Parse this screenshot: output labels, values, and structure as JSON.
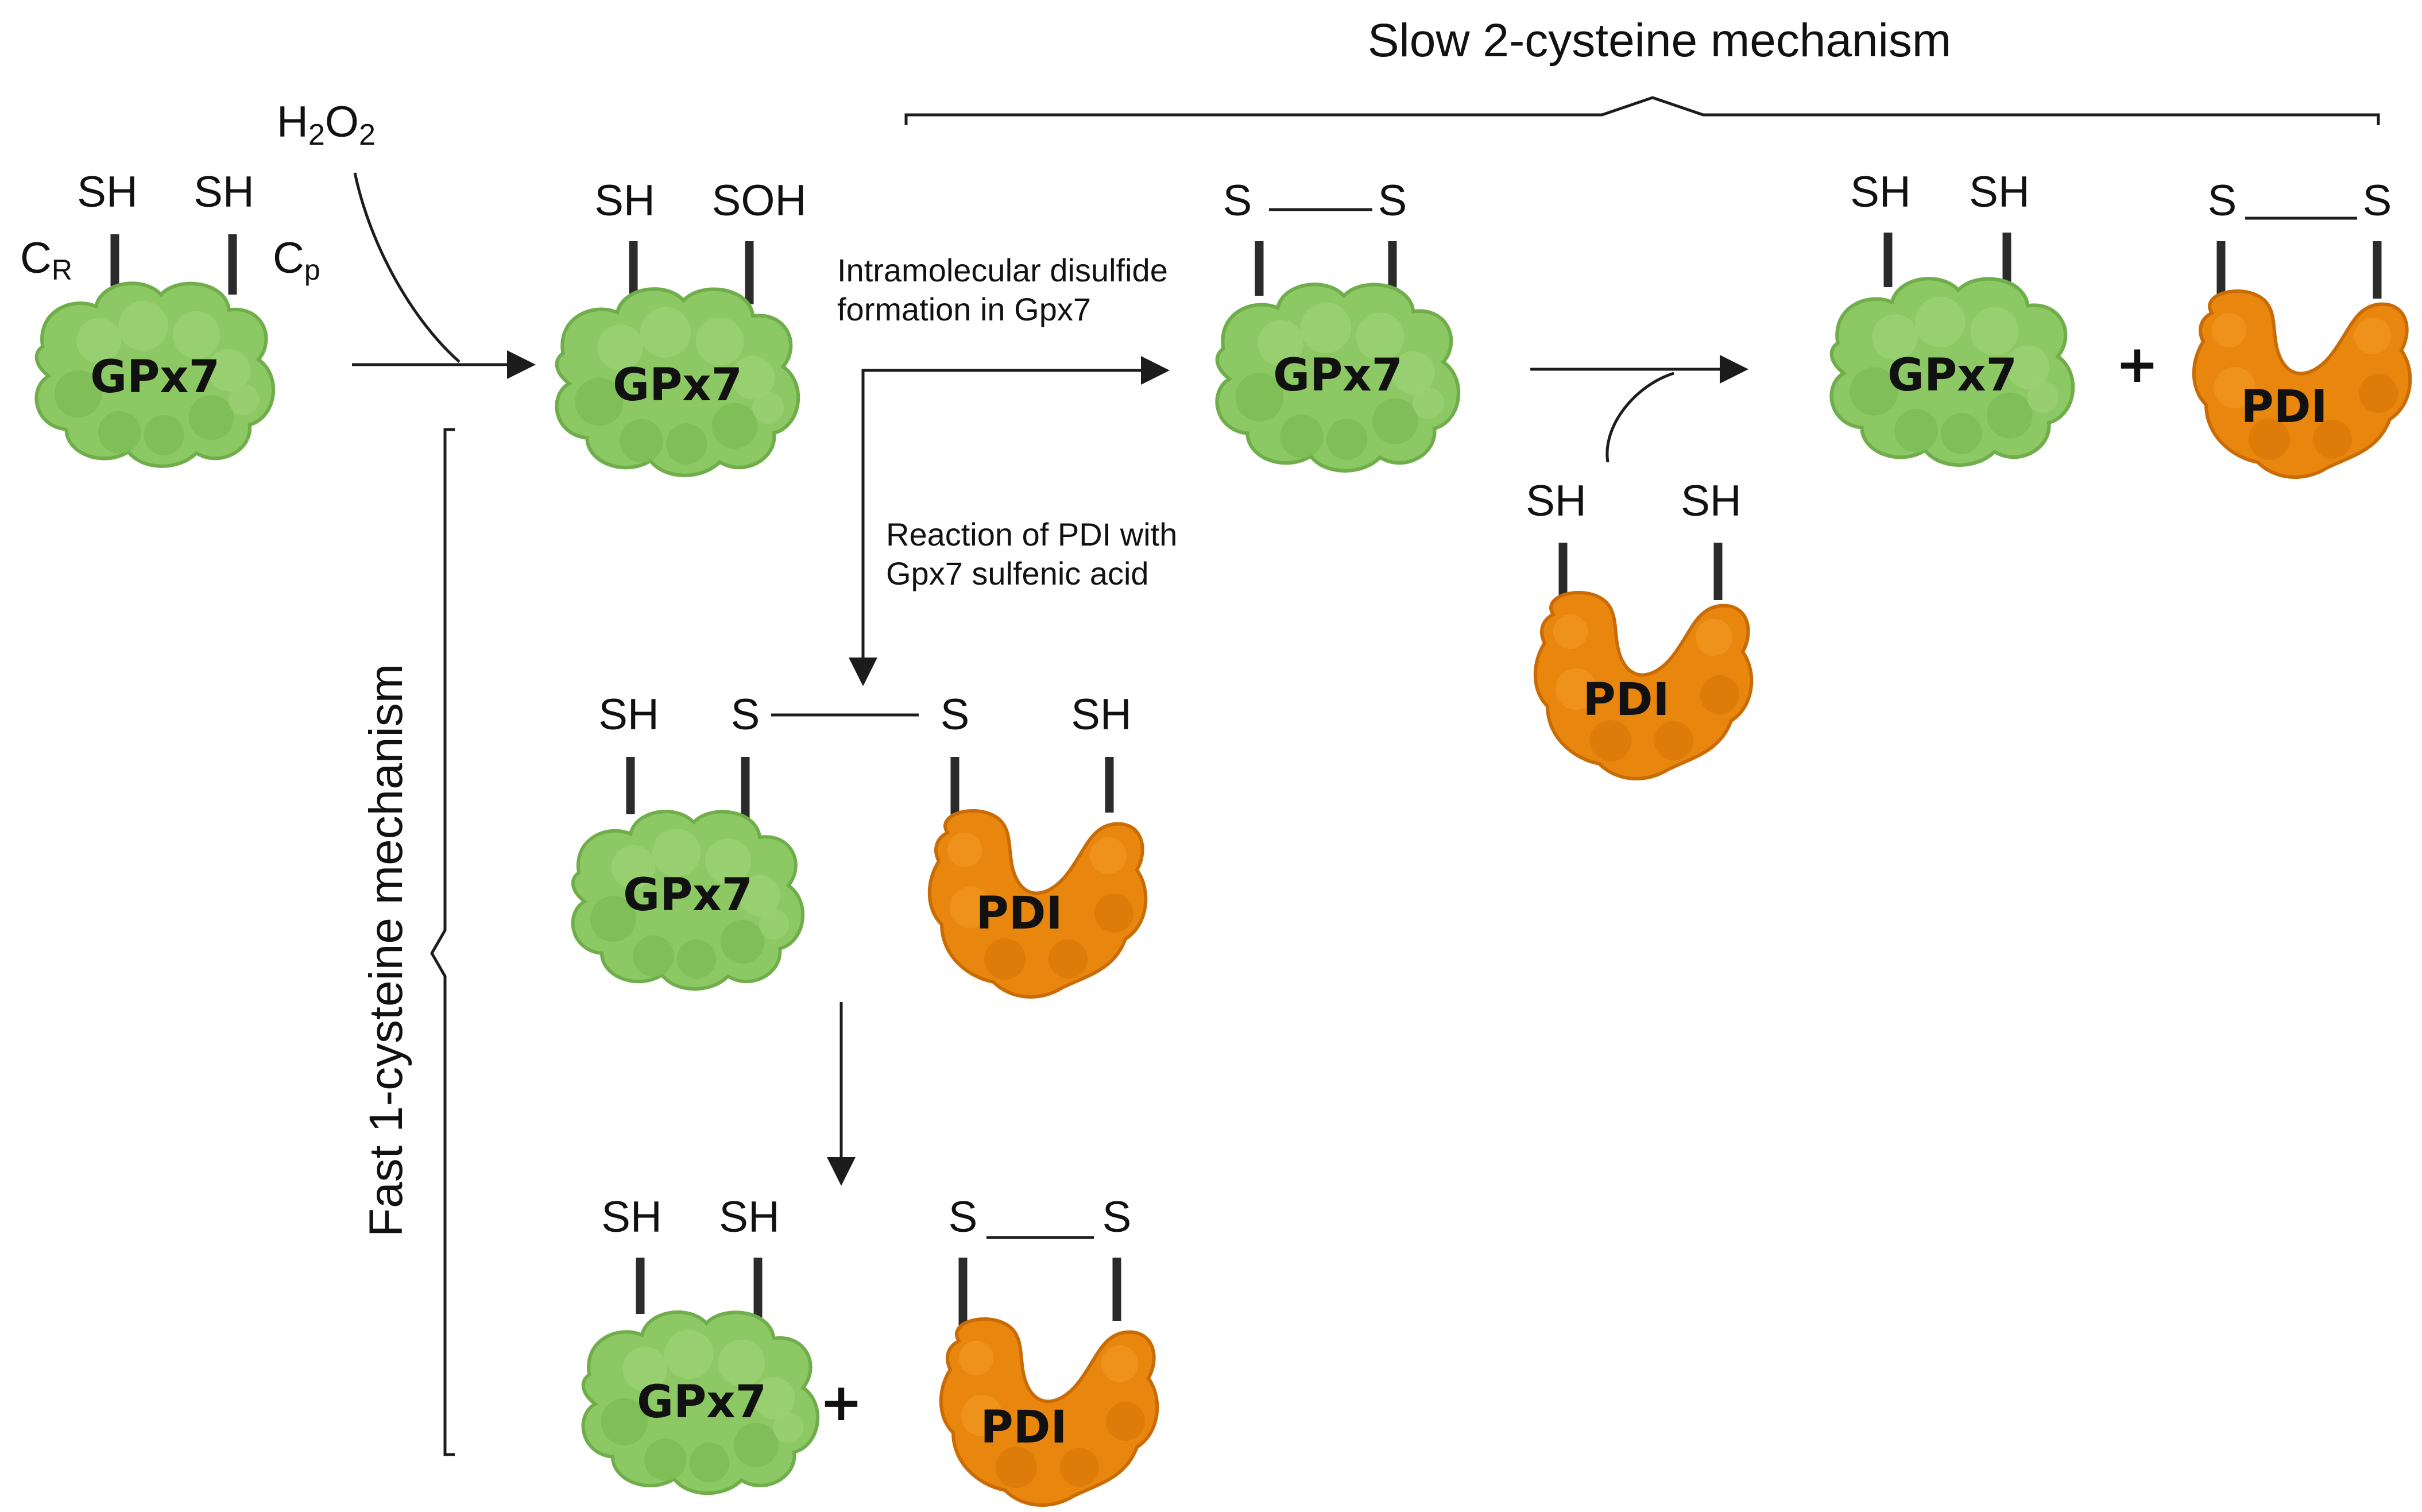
{
  "colors": {
    "gpx7_fill": "#8cc863",
    "gpx7_shade": "#6fae4a",
    "pdi_fill": "#e9860e",
    "pdi_shade": "#c96c05"
  },
  "labels": {
    "slow_mechanism": "Slow 2-cysteine mechanism",
    "fast_mechanism": "Fast 1-cysteine mechanism",
    "h2o2_base": "H",
    "h2o2_sub1": "2",
    "h2o2_mid": "O",
    "h2o2_sub2": "2",
    "cr_base": "C",
    "cr_sub": "R",
    "cp_base": "C",
    "cp_sub": "p",
    "intramolecular_line1": "Intramolecular disulfide",
    "intramolecular_line2": "formation in Gpx7",
    "reaction_line1": "Reaction of PDI with",
    "reaction_line2": "Gpx7 sulfenic acid",
    "plus": "+"
  },
  "proteins": {
    "gpx7": "GPx7",
    "pdi": "PDI"
  },
  "groups": {
    "sh": "SH",
    "soh": "SOH",
    "s": "S"
  }
}
